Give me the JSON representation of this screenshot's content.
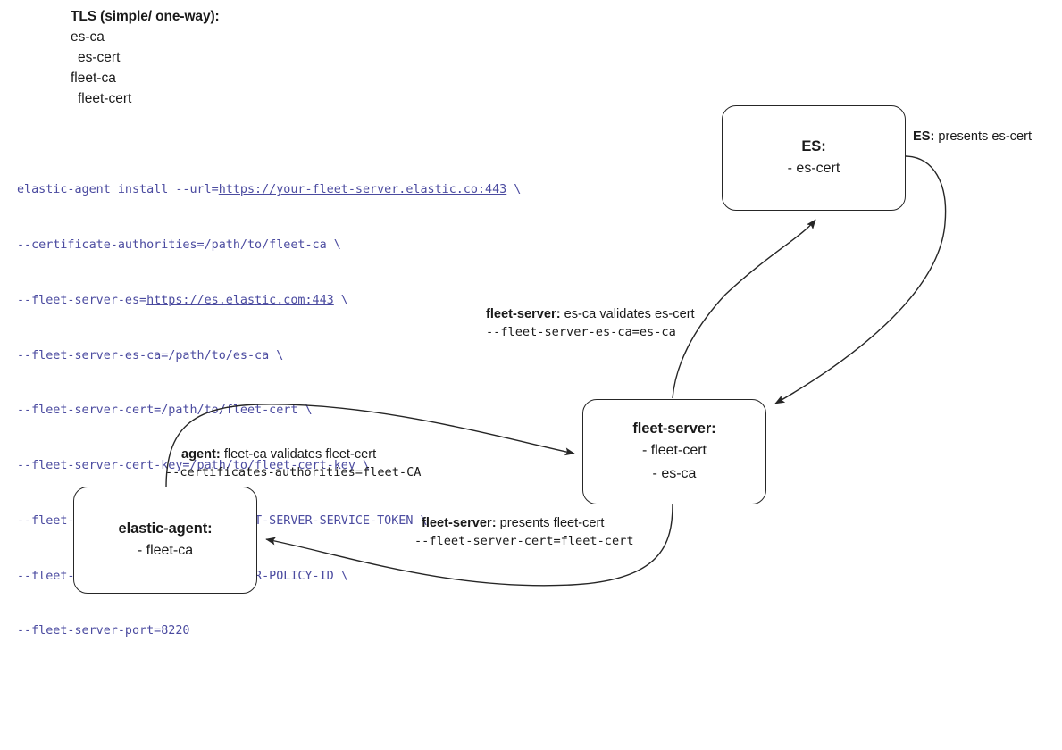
{
  "legend": {
    "title": "TLS (simple/ one-way):",
    "lines": [
      {
        "text": "es-ca",
        "indent": false
      },
      {
        "text": "es-cert",
        "indent": true
      },
      {
        "text": "fleet-ca",
        "indent": false
      },
      {
        "text": "fleet-cert",
        "indent": true
      }
    ]
  },
  "command": {
    "code_color": "#4b4ba0",
    "lines": [
      {
        "prefix": "elastic-agent install --url=",
        "url": "https://your-fleet-server.elastic.co:443",
        "suffix": " \\"
      },
      {
        "prefix": "--certificate-authorities=/path/to/fleet-ca \\",
        "url": "",
        "suffix": ""
      },
      {
        "prefix": "--fleet-server-es=",
        "url": "https://es.elastic.com:443",
        "suffix": " \\"
      },
      {
        "prefix": "--fleet-server-es-ca=/path/to/es-ca \\",
        "url": "",
        "suffix": ""
      },
      {
        "prefix": "--fleet-server-cert=/path/to/fleet-cert \\",
        "url": "",
        "suffix": ""
      },
      {
        "prefix": "--fleet-server-cert-key=/path/to/fleet-cert-key \\",
        "url": "",
        "suffix": ""
      },
      {
        "prefix": "--fleet-server-service-token=FLEET-SERVER-SERVICE-TOKEN \\",
        "url": "",
        "suffix": ""
      },
      {
        "prefix": "--fleet-server-policy=FLEET-SERVER-POLICY-ID \\",
        "url": "",
        "suffix": ""
      },
      {
        "prefix": "--fleet-server-port=8220",
        "url": "",
        "suffix": ""
      }
    ]
  },
  "nodes": {
    "es": {
      "title": "ES:",
      "items": [
        "- es-cert"
      ]
    },
    "fleet": {
      "title": "fleet-server:",
      "items": [
        "- fleet-cert",
        "- es-ca"
      ]
    },
    "agent": {
      "title": "elastic-agent:",
      "items": [
        "- fleet-ca"
      ]
    }
  },
  "edge_labels": {
    "es_presents": {
      "bold": "ES:",
      "rest": " presents es-cert",
      "mono": ""
    },
    "fs_validates": {
      "bold": "fleet-server:",
      "rest": " es-ca validates es-cert",
      "mono": "--fleet-server-es-ca=es-ca"
    },
    "agent_validates": {
      "bold": "agent:",
      "rest": " fleet-ca validates fleet-cert",
      "mono": "--certificates-authorities=fleet-CA"
    },
    "fs_presents": {
      "bold": "fleet-server:",
      "rest": " presents fleet-cert",
      "mono": "--fleet-server-cert=fleet-cert"
    }
  },
  "style": {
    "stroke": "#262626",
    "background": "#ffffff",
    "text": "#1a1a1a"
  }
}
